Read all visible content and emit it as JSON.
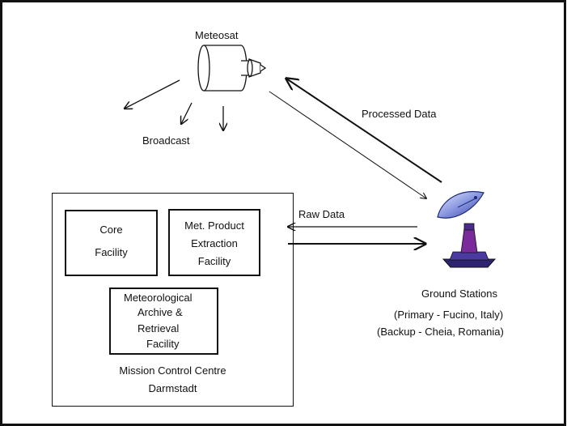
{
  "satellite": {
    "name": "Meteosat",
    "icon": "satellite-icon"
  },
  "broadcast": {
    "label": "Broadcast"
  },
  "links": {
    "processed_data": "Processed Data",
    "raw_data": "Raw Data"
  },
  "ground_stations": {
    "title": "Ground Stations",
    "primary": "(Primary - Fucino, Italy)",
    "backup": "(Backup - Cheia, Romania)",
    "icon": "satellite-dish-icon"
  },
  "mission_control": {
    "title": "Mission Control Centre",
    "location": "Darmstadt",
    "facilities": {
      "core_line1": "Core",
      "core_line2": "Facility",
      "mpef_line1": "Met. Product",
      "mpef_line2": "Extraction",
      "mpef_line3": "Facility",
      "archive_line1": "Meteorological",
      "archive_line2": "Archive &",
      "archive_line3": "Retrieval",
      "archive_line4": "Facility"
    }
  },
  "colors": {
    "line": "#111111",
    "dish_blue": "#2f3fa0",
    "dish_purple": "#6a1c8a",
    "dish_base": "#3a2a8a"
  }
}
